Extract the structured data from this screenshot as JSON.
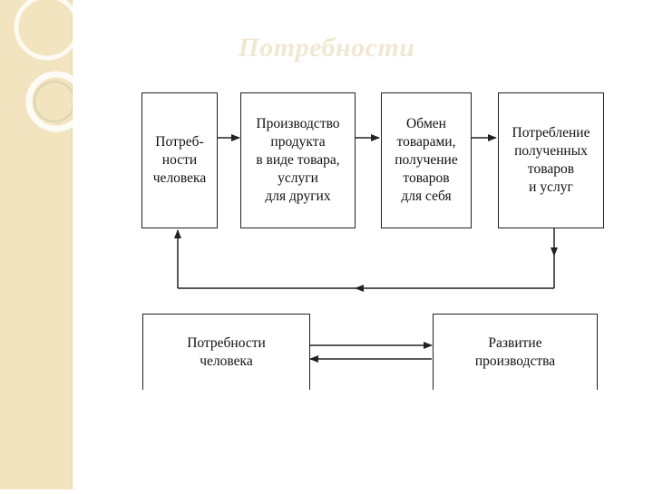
{
  "slide": {
    "title": "Потребности"
  },
  "diagram_top": {
    "boxes": [
      {
        "id": "needs",
        "label": "Потреб-\nности\nчеловека"
      },
      {
        "id": "production",
        "label": "Производство\nпродукта\nв виде товара,\nуслуги\nдля других"
      },
      {
        "id": "exchange",
        "label": "Обмен\nтоварами,\nполучение\nтоваров\nдля себя"
      },
      {
        "id": "consumption",
        "label": "Потребление\nполученных\nтоваров\nи услуг"
      }
    ]
  },
  "diagram_bottom": {
    "left_box": "Потребности\nчеловека",
    "right_box": "Развитие\nпроизводства"
  },
  "colors": {
    "side_panel": "#f1e4bf",
    "title": "#f0e8d2",
    "lines": "#222222"
  }
}
